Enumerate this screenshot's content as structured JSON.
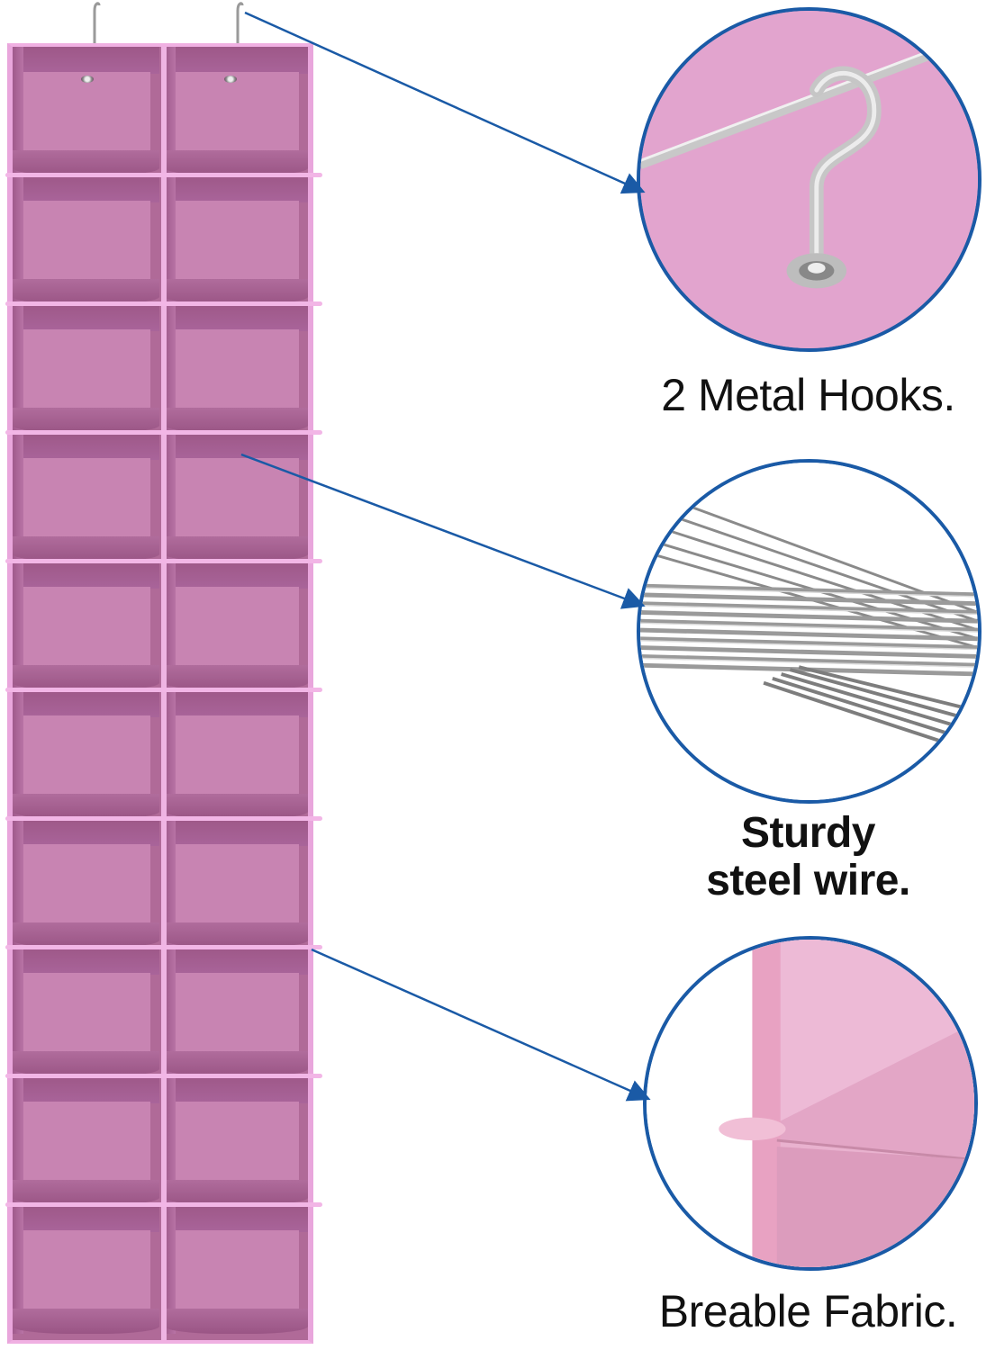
{
  "product": {
    "name": "Hanging shoe organizer",
    "color": "#c884b2",
    "trim_color": "#efb4e3",
    "columns": 2,
    "rows": 10
  },
  "callouts": [
    {
      "id": "hooks",
      "caption": "2 Metal Hooks.",
      "detail_image": "metal-hook-closeup"
    },
    {
      "id": "wire",
      "caption_line1": "Sturdy",
      "caption_line2": "steel wire.",
      "detail_image": "steel-wire-closeup"
    },
    {
      "id": "fabric",
      "caption": "Breable Fabric.",
      "detail_image": "fabric-closeup"
    }
  ],
  "colors": {
    "arrow": "#1a5aa6",
    "circle_border": "#1a5aa6",
    "text": "#111111"
  }
}
